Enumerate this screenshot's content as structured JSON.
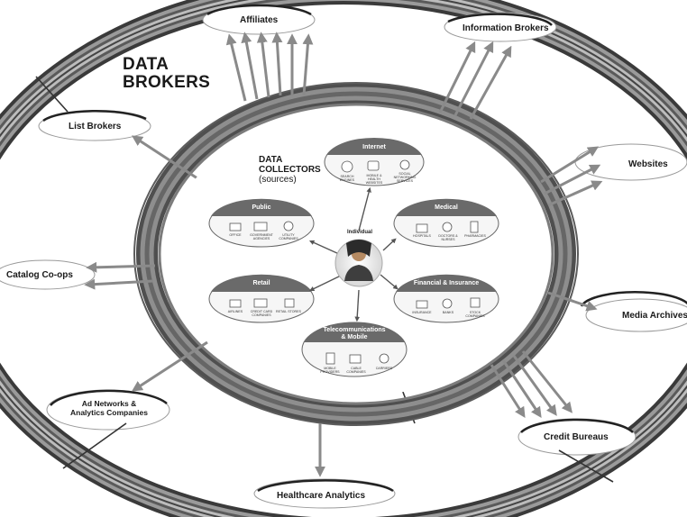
{
  "title": {
    "line1": "DATA",
    "line2": "BROKERS"
  },
  "collectors_title": {
    "line1": "DATA",
    "line2": "COLLECTORS",
    "line3": "(sources)"
  },
  "individual_label": "Individual",
  "brokers": [
    {
      "id": "affiliates",
      "label": "Affiliates"
    },
    {
      "id": "information-brokers",
      "label": "Information Brokers"
    },
    {
      "id": "list-brokers",
      "label": "List Brokers"
    },
    {
      "id": "websites",
      "label": "Websites"
    },
    {
      "id": "catalog-coops",
      "label": "Catalog Co-ops"
    },
    {
      "id": "media-archives",
      "label": "Media Archives"
    },
    {
      "id": "ad-networks",
      "label": "Ad Networks &",
      "label2": "Analytics Companies"
    },
    {
      "id": "credit-bureaus",
      "label": "Credit Bureaus"
    },
    {
      "id": "healthcare-analytics",
      "label": "Healthcare Analytics"
    }
  ],
  "collectors": [
    {
      "id": "internet",
      "title": "Internet",
      "items": [
        "SEARCH ENGINES",
        "MOBILE & HEALTH WEBSITES",
        "SOCIAL NETWORKING SERVICES"
      ]
    },
    {
      "id": "public",
      "title": "Public",
      "items": [
        "OFFICE",
        "GOVERNMENT AGENCIES",
        "UTILITY COMPANIES"
      ]
    },
    {
      "id": "medical",
      "title": "Medical",
      "items": [
        "HOSPITALS",
        "DOCTORS & NURSES",
        "PHARMACIES"
      ]
    },
    {
      "id": "retail",
      "title": "Retail",
      "items": [
        "AIRLINES",
        "CREDIT CARD COMPANIES",
        "RETAIL STORES"
      ]
    },
    {
      "id": "financial",
      "title": "Financial & Insurance",
      "items": [
        "INSURANCE",
        "BANKS",
        "STOCK COMPANIES"
      ]
    },
    {
      "id": "telecom",
      "title": "Telecommunications",
      "title2": "& Mobile",
      "items": [
        "MOBILE PROVIDERS",
        "CABLE COMPANIES",
        "CARRIERS"
      ]
    }
  ]
}
